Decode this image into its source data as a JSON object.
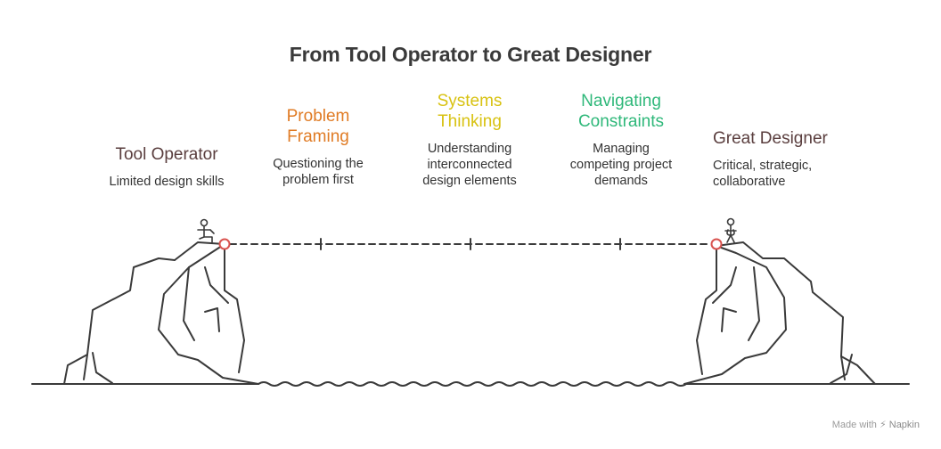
{
  "title": "From Tool Operator to Great Designer",
  "stages": [
    {
      "title": "Tool Operator",
      "description": "Limited design skills",
      "color": "#5a3e3e"
    },
    {
      "title": "Problem\nFraming",
      "description": "Questioning the\nproblem first",
      "color": "#e07b24"
    },
    {
      "title": "Systems\nThinking",
      "description": "Understanding\ninterconnected\ndesign elements",
      "color": "#d8c212"
    },
    {
      "title": "Navigating\nConstraints",
      "description": "Managing\ncompeting project\ndemands",
      "color": "#2fb87a"
    },
    {
      "title": "Great Designer",
      "description": "Critical, strategic,\ncollaborative",
      "color": "#5a3e3e"
    }
  ],
  "footer": {
    "made_with": "Made with",
    "brand": "Napkin"
  },
  "colors": {
    "line": "#3a3a3a",
    "marker": "#d9534f"
  }
}
